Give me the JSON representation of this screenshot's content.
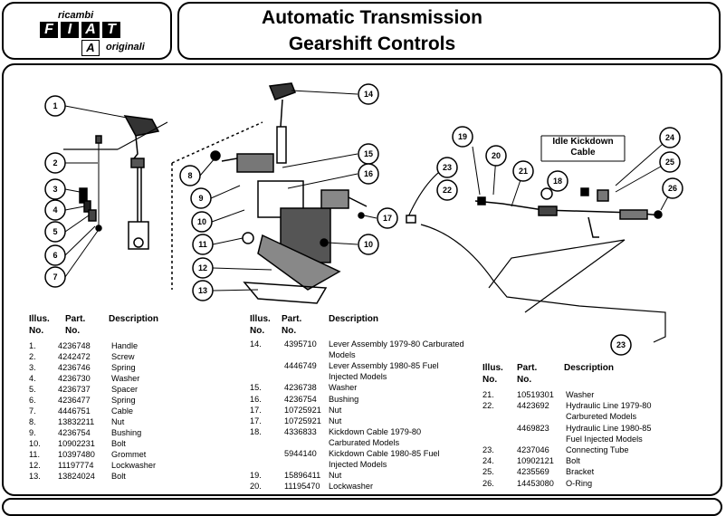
{
  "logo": {
    "top_text": "ricambi",
    "letters": [
      "F",
      "I",
      "A",
      "T"
    ],
    "bottom_text": "originali"
  },
  "title": {
    "line1": "Automatic Transmission",
    "line2": "Gearshift  Controls"
  },
  "kickdown_label": {
    "line1": "Idle Kickdown",
    "line2": "Cable"
  },
  "callouts": [
    "1",
    "2",
    "3",
    "4",
    "5",
    "6",
    "7",
    "8",
    "9",
    "10",
    "10",
    "11",
    "12",
    "13",
    "14",
    "15",
    "16",
    "17",
    "18",
    "19",
    "20",
    "21",
    "22",
    "23",
    "23",
    "24",
    "25",
    "26"
  ],
  "table_headers": {
    "illus": "Illus.",
    "illus_no": "No.",
    "part": "Part.",
    "part_no": "No.",
    "description": "Description"
  },
  "table1": [
    {
      "illus": "1.",
      "part": "4236748",
      "desc": "Handle"
    },
    {
      "illus": "2.",
      "part": "4242472",
      "desc": "Screw"
    },
    {
      "illus": "3.",
      "part": "4236746",
      "desc": "Spring"
    },
    {
      "illus": "4.",
      "part": "4236730",
      "desc": "Washer"
    },
    {
      "illus": "5.",
      "part": "4236737",
      "desc": "Spacer"
    },
    {
      "illus": "6.",
      "part": "4236477",
      "desc": "Spring"
    },
    {
      "illus": "7.",
      "part": "4446751",
      "desc": "Cable"
    },
    {
      "illus": "8.",
      "part": "13832211",
      "desc": "Nut"
    },
    {
      "illus": "9.",
      "part": "4236754",
      "desc": "Bushing"
    },
    {
      "illus": "10.",
      "part": "10902231",
      "desc": "Bolt"
    },
    {
      "illus": "11.",
      "part": "10397480",
      "desc": "Grommet"
    },
    {
      "illus": "12.",
      "part": "11197774",
      "desc": "Lockwasher"
    },
    {
      "illus": "13.",
      "part": "13824024",
      "desc": "Bolt"
    }
  ],
  "table2": [
    {
      "illus": "14.",
      "part": "4395710",
      "desc": "Lever Assembly  1979-80 Carburated"
    },
    {
      "illus": "",
      "part": "",
      "desc": "Models"
    },
    {
      "illus": "",
      "part": "4446749",
      "desc": "Lever Assembly  1980-85 Fuel"
    },
    {
      "illus": "",
      "part": "",
      "desc": "Injected Models"
    },
    {
      "illus": "15.",
      "part": "4236738",
      "desc": "Washer"
    },
    {
      "illus": "16.",
      "part": "4236754",
      "desc": "Bushing"
    },
    {
      "illus": "17.",
      "part": "10725921",
      "desc": "Nut"
    },
    {
      "illus": "17.",
      "part": "10725921",
      "desc": "Nut"
    },
    {
      "illus": "18.",
      "part": "4336833",
      "desc": "Kickdown Cable  1979-80"
    },
    {
      "illus": "",
      "part": "",
      "desc": "Carburated Models"
    },
    {
      "illus": "",
      "part": "5944140",
      "desc": "Kickdown Cable  1980-85 Fuel"
    },
    {
      "illus": "",
      "part": "",
      "desc": "Injected Models"
    },
    {
      "illus": "19.",
      "part": "15896411",
      "desc": "Nut"
    },
    {
      "illus": "20.",
      "part": "11195470",
      "desc": "Lockwasher"
    }
  ],
  "table3": [
    {
      "illus": "21.",
      "part": "10519301",
      "desc": "Washer"
    },
    {
      "illus": "22.",
      "part": "4423692",
      "desc": "Hydraulic Line 1979-80"
    },
    {
      "illus": "",
      "part": "",
      "desc": "Carbureted Models"
    },
    {
      "illus": "",
      "part": "4469823",
      "desc": "Hydraulic Line 1980-85"
    },
    {
      "illus": "",
      "part": "",
      "desc": "Fuel Injected Models"
    },
    {
      "illus": "23.",
      "part": "4237046",
      "desc": "Connecting Tube"
    },
    {
      "illus": "24.",
      "part": "10902121",
      "desc": "Bolt"
    },
    {
      "illus": "25.",
      "part": "4235569",
      "desc": "Bracket"
    },
    {
      "illus": "26.",
      "part": "14453080",
      "desc": "O-Ring"
    }
  ]
}
